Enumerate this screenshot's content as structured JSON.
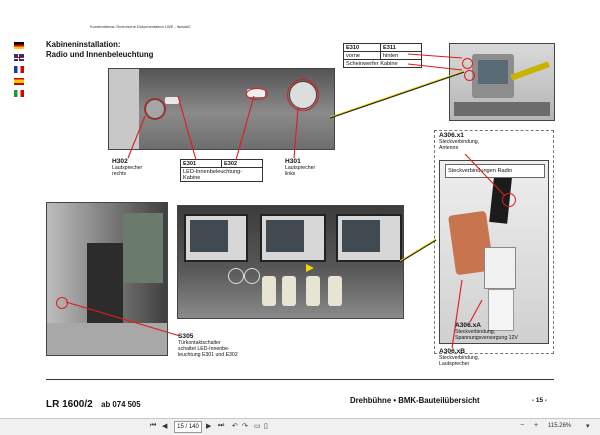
{
  "doc": {
    "header_note": "Kundendienst-Technische Dokumentation LWE - liwan#2",
    "title_line1": "Kabineninstallation:",
    "title_line2": "Radio und Innenbeleuchtung"
  },
  "languages": [
    "de",
    "en",
    "fr",
    "es",
    "it"
  ],
  "table_top": {
    "headers": [
      "E310",
      "E311"
    ],
    "row": [
      "vorne",
      "hinten"
    ],
    "caption": "Scheinwerfer Kabine"
  },
  "labels": {
    "h302_code": "H302",
    "h302_text1": "Lautsprecher",
    "h302_text2": "rechts",
    "e301": "E301",
    "e302": "E302",
    "led_text1": "LED-Innenbeleuchtung-",
    "led_text2": "Kabine",
    "h301_code": "H301",
    "h301_text1": "Lautsprecher",
    "h301_text2": "links",
    "s305_code": "S305",
    "s305_text1": "Türkontaktschalter",
    "s305_text2": "schaltet LED-Innenbe-",
    "s305_text3": "leuchtung E301 und E302",
    "a306x1_code": "A306.x1",
    "a306x1_text1": "Steckverbindung,",
    "a306x1_text2": "Antenne",
    "steck_radio": "Steckverbindungen Radio",
    "a306xa_code": "A306.xA",
    "a306xa_text1": "Steckverbindung,",
    "a306xa_text2": "Spannungsversorgung 12V",
    "a306xb_code": "A306.xB",
    "a306xb_text1": "Steckverbindung,",
    "a306xb_text2": "Lautsprecher"
  },
  "footer": {
    "model": "LR 1600/2",
    "serial": "ab 074 505",
    "section": "Drehbühne • BMK-Bauteilübersicht",
    "page": "- 15 -"
  },
  "viewer": {
    "current_page": "15 / 140",
    "zoom": "115.26%"
  }
}
